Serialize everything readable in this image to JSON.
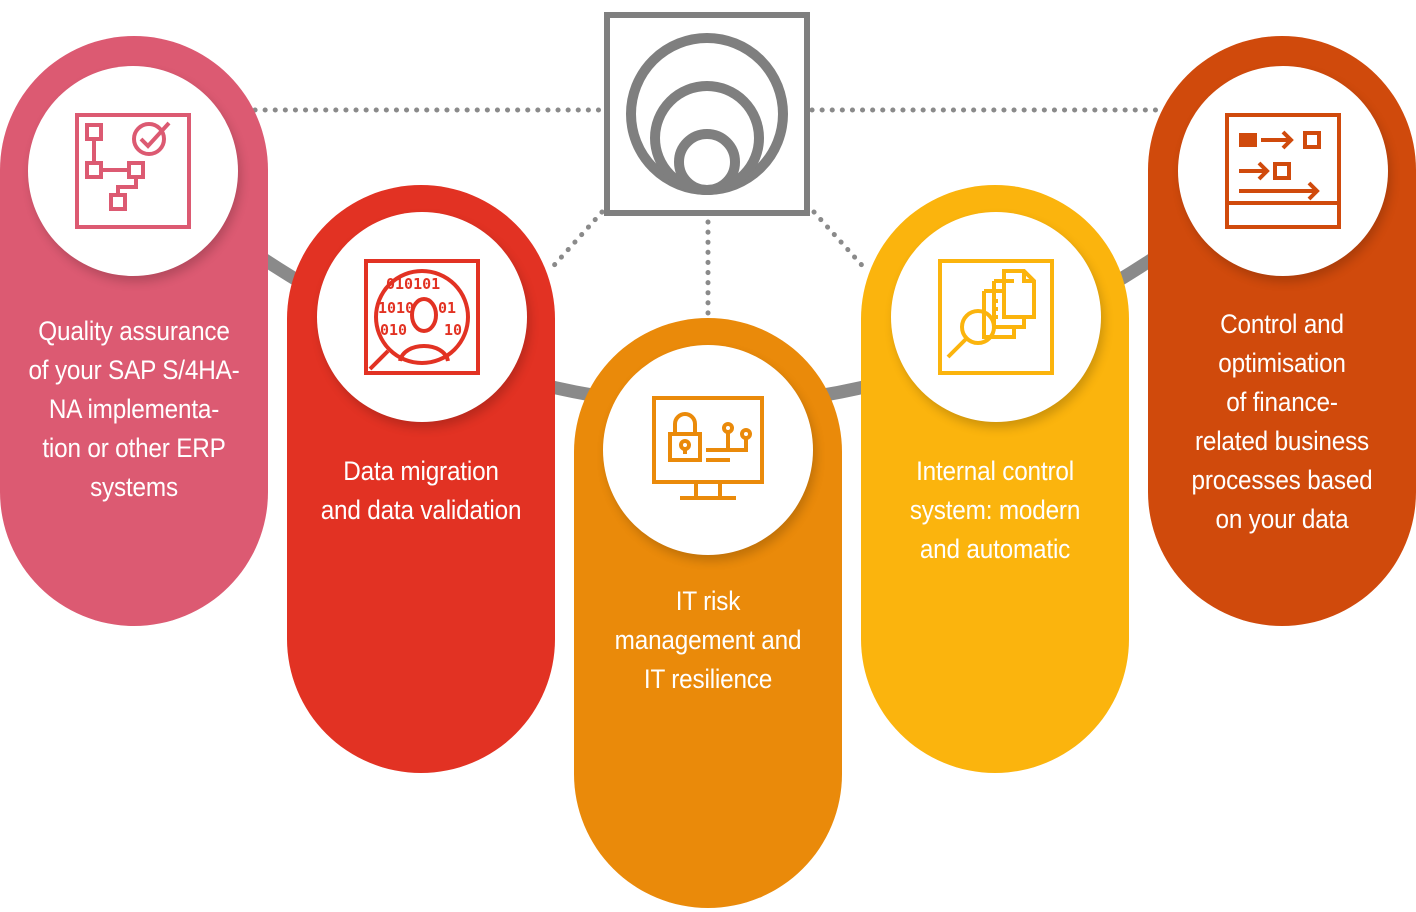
{
  "colors": {
    "connector": "#8a8a8a",
    "emblem": "#7f7f7f",
    "pink": "#dc5a72",
    "red": "#e23223",
    "orange": "#ea8a0a",
    "yellow": "#fbb40d",
    "rust": "#d04a0c"
  },
  "center": {
    "icon": "concentric-circles-emblem"
  },
  "items": [
    {
      "id": "quality-assurance",
      "icon": "flowchart-checkmark-icon",
      "color": "#dc5a72",
      "label_lines": [
        "Quality assurance",
        "of your SAP S/4HA-",
        "NA implementa-",
        "tion or other ERP",
        "systems"
      ]
    },
    {
      "id": "data-migration",
      "icon": "binary-data-person-icon",
      "color": "#e23223",
      "label_lines": [
        "Data migration",
        "and data validation"
      ]
    },
    {
      "id": "it-risk",
      "icon": "monitor-lock-circuit-icon",
      "color": "#ea8a0a",
      "label_lines": [
        "IT risk",
        "management and",
        "IT resilience"
      ]
    },
    {
      "id": "internal-control",
      "icon": "documents-magnifier-icon",
      "color": "#fbb40d",
      "label_lines": [
        "Internal control",
        "system: modern",
        "and automatic"
      ]
    },
    {
      "id": "finance-processes",
      "icon": "process-arrows-icon",
      "color": "#d04a0c",
      "label_lines": [
        "Control and",
        "optimisation",
        "of finance-",
        "related business",
        "processes based",
        "on your data"
      ]
    }
  ]
}
